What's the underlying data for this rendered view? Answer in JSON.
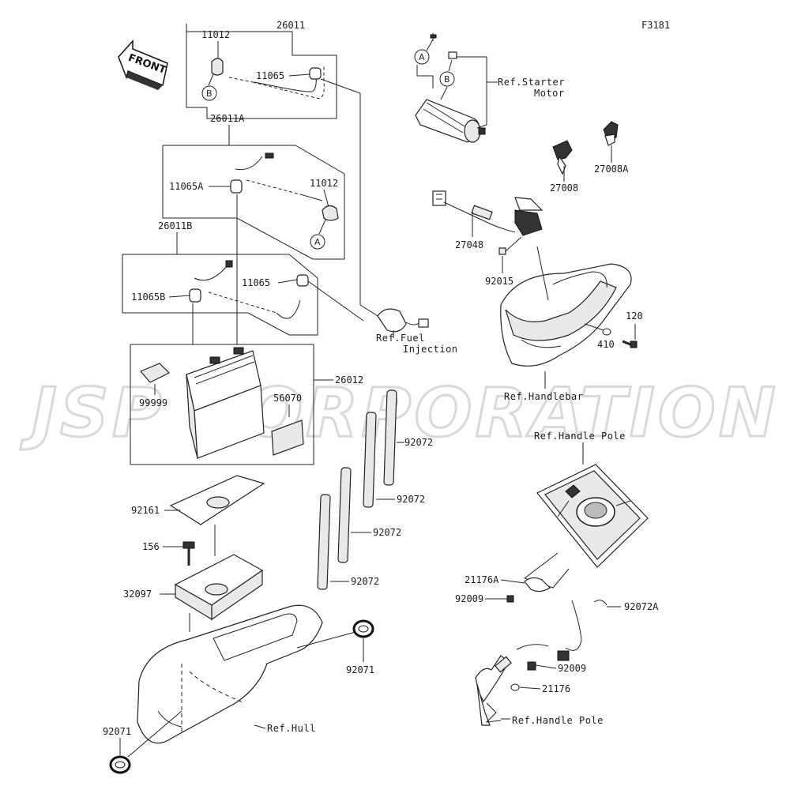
{
  "figure_code": "F3181",
  "watermark": "JSP CORPORATION",
  "front_label": "FRONT",
  "callouts": {
    "a": "A",
    "b": "B"
  },
  "parts": {
    "p26011": "26011",
    "p11012_top": "11012",
    "p11065_top": "11065",
    "p26011A": "26011A",
    "p11065A": "11065A",
    "p11012_mid": "11012",
    "p26011B": "26011B",
    "p11065B": "11065B",
    "p11065_mid": "11065",
    "p26012": "26012",
    "p99999": "99999",
    "p56070": "56070",
    "p92161": "92161",
    "p156": "156",
    "p32097": "32097",
    "p92072_1": "92072",
    "p92072_2": "92072",
    "p92072_3": "92072",
    "p92072_4": "92072",
    "p92071_right": "92071",
    "p92071_left": "92071",
    "p27008": "27008",
    "p27008A": "27008A",
    "p27048": "27048",
    "p92015": "92015",
    "p120": "120",
    "p410": "410",
    "p21176A": "21176A",
    "p92009_left": "92009",
    "p92072A": "92072A",
    "p92009_right": "92009",
    "p21176": "21176"
  },
  "refs": {
    "starter_line1": "Ref.Starter",
    "starter_line2": "Motor",
    "fuel_line1": "Ref.Fuel",
    "fuel_line2": "Injection",
    "handlebar": "Ref.Handlebar",
    "handle_pole_top": "Ref.Handle Pole",
    "handle_pole_bottom": "Ref.Handle Pole",
    "hull": "Ref.Hull"
  }
}
